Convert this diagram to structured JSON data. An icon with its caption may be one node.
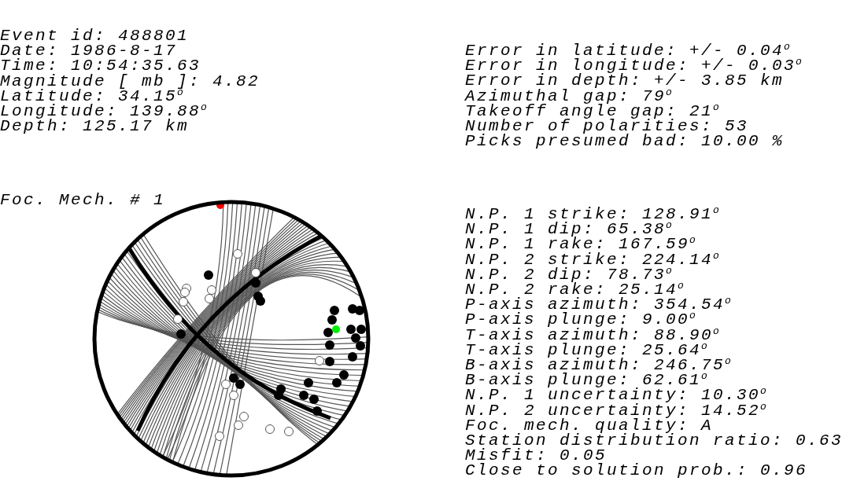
{
  "diagram": {
    "labels": [
      "Event id: 488801",
      "Date: 1986-8-17",
      "Time: 10:54:35.63",
      "Magnitude [ mb ]: 4.82",
      "Latitude: 34.15$^{o}$",
      "Longitude: 139.88$^{o}$",
      "Depth: 125.17 km",
      "Error in latitude: +/- 0.04$^{o}$",
      "Error in longitude: +/- 0.03$^{o}$",
      "Error in depth: +/- 3.85 km",
      "Azimuthal gap: 79$^{o}$",
      "Takeoff angle gap: 21$^{o}$",
      "Number of polarities: 53",
      "Picks presumed bad: 10.00 %",
      "Foc. Mech. # 1",
      "N.P. 1 strike: 128.91$^{o}$",
      "N.P. 1 dip: 65.38$^{o}$",
      "N.P. 1 rake: 167.59$^{o}$",
      "N.P. 2 strike: 224.14$^{o}$",
      "N.P. 2 dip: 78.73$^{o}$",
      "N.P. 2 rake: 25.14$^{o}$",
      "P-axis azimuth: 354.54$^{o}$",
      "P-axis plunge: 9.00$^{o}$",
      "T-axis azimuth: 88.90$^{o}$",
      "T-axis plunge: 25.64$^{o}$",
      "B-axis azimuth: 246.75$^{o}$",
      "B-axis plunge: 62.61$^{o}$",
      "N.P. 1 uncertainty: 10.30$^{o}$",
      "N.P. 2 uncertainty: 14.52$^{o}$",
      "Foc. mech. quality: A",
      "Station distribution ratio: 0.63",
      "Misfit: 0.05",
      "Close to solution prob.: 0.96"
    ]
  }
}
